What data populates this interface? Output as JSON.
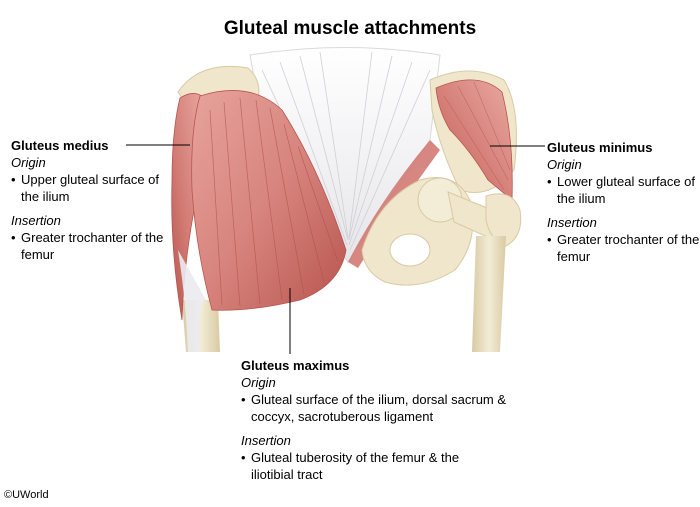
{
  "title": "Gluteal muscle attachments",
  "labels": {
    "medius": {
      "name": "Gluteus medius",
      "origin_label": "Origin",
      "origin_text": "Upper gluteal surface of the ilium",
      "insertion_label": "Insertion",
      "insertion_text": "Greater trochanter of the femur"
    },
    "minimus": {
      "name": "Gluteus minimus",
      "origin_label": "Origin",
      "origin_text": "Lower gluteal surface of the ilium",
      "insertion_label": "Insertion",
      "insertion_text": "Greater trochanter of the femur"
    },
    "maximus": {
      "name": "Gluteus maximus",
      "origin_label": "Origin",
      "origin_text": "Gluteal surface of the ilium, dorsal sacrum & coccyx, sacrotuberous ligament",
      "insertion_label": "Insertion",
      "insertion_text": "Gluteal tuberosity of the femur & the iliotibial tract"
    }
  },
  "copyright": "©UWorld",
  "colors": {
    "muscle": "#d7847d",
    "muscle_dark": "#b8544f",
    "bone": "#efe6cb",
    "bone_shadow": "#d8caa3",
    "sacrum": "#e4e4e8",
    "leader": "#000000"
  }
}
